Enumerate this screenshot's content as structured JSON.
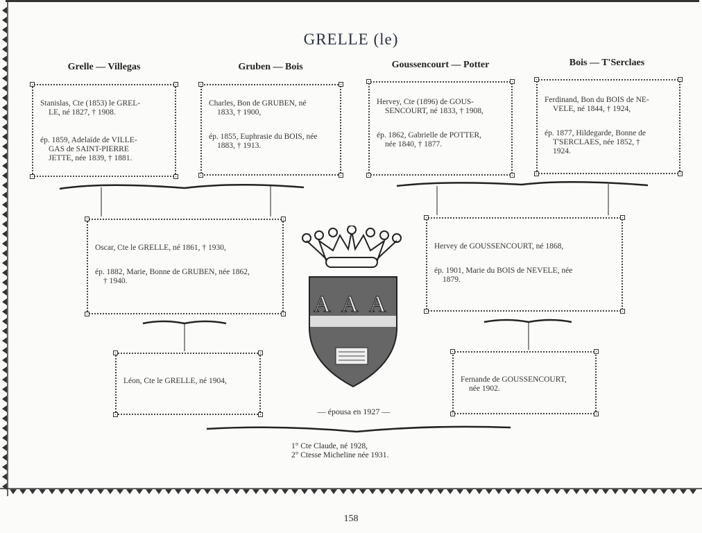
{
  "page": {
    "title": "GRELLE (le)",
    "page_number": "158"
  },
  "headings": [
    "Grelle — Villegas",
    "Gruben — Bois",
    "Goussencourt — Potter",
    "Bois — T'Serclaes"
  ],
  "top_boxes": [
    {
      "line1": "Stanislas, Cte (1853) le GREL-",
      "line2": "LE, né 1827, † 1908.",
      "line3": "ép. 1859, Adelaïde de VILLE-",
      "line4": "GAS de SAINT-PIERRE",
      "line5": "JETTE, née 1839, † 1881."
    },
    {
      "line1": "Charles, Bon de GRUBEN, né",
      "line2": "1833, † 1900,",
      "line3": "ép. 1855, Euphrasie du BOIS, née",
      "line4": "1883, † 1913.",
      "line5": ""
    },
    {
      "line1": "Hervey, Cte (1896) de GOUS-",
      "line2": "SENCOURT, né 1833, † 1908,",
      "line3": "ép. 1862, Gabrielle de POTTER,",
      "line4": "née 1840, † 1877.",
      "line5": ""
    },
    {
      "line1": "Ferdinand, Bon du BOIS de NE-",
      "line2": "VELE, né 1844, † 1924,",
      "line3": "ép. 1877, Hildegarde, Bonne de",
      "line4": "T'SERCLAES, née 1852, †",
      "line5": "1924."
    }
  ],
  "middle_boxes": [
    {
      "line1": "Oscar, Cte le GRELLE, né 1861, † 1930,",
      "line2": "ép. 1882, Marie, Bonne de GRUBEN, née 1862,",
      "line3": "† 1940."
    },
    {
      "line1": "Hervey de GOUSSENCOURT, né 1868,",
      "line2": "ép. 1901, Marie du BOIS de NEVELE, née",
      "line3": "1879."
    }
  ],
  "bottom_boxes": [
    {
      "line1": "Léon, Cte le GRELLE, né 1904,"
    },
    {
      "line1": "Fernande de GOUSSENCOURT,",
      "line2": "née 1902."
    }
  ],
  "marriage": {
    "label": "— épousa en 1927 —"
  },
  "children": [
    "1° Cte Claude, né 1928,",
    "2° Ctesse Micheline née 1931."
  ],
  "arms": {
    "letters": [
      "A",
      "A",
      "A"
    ]
  }
}
